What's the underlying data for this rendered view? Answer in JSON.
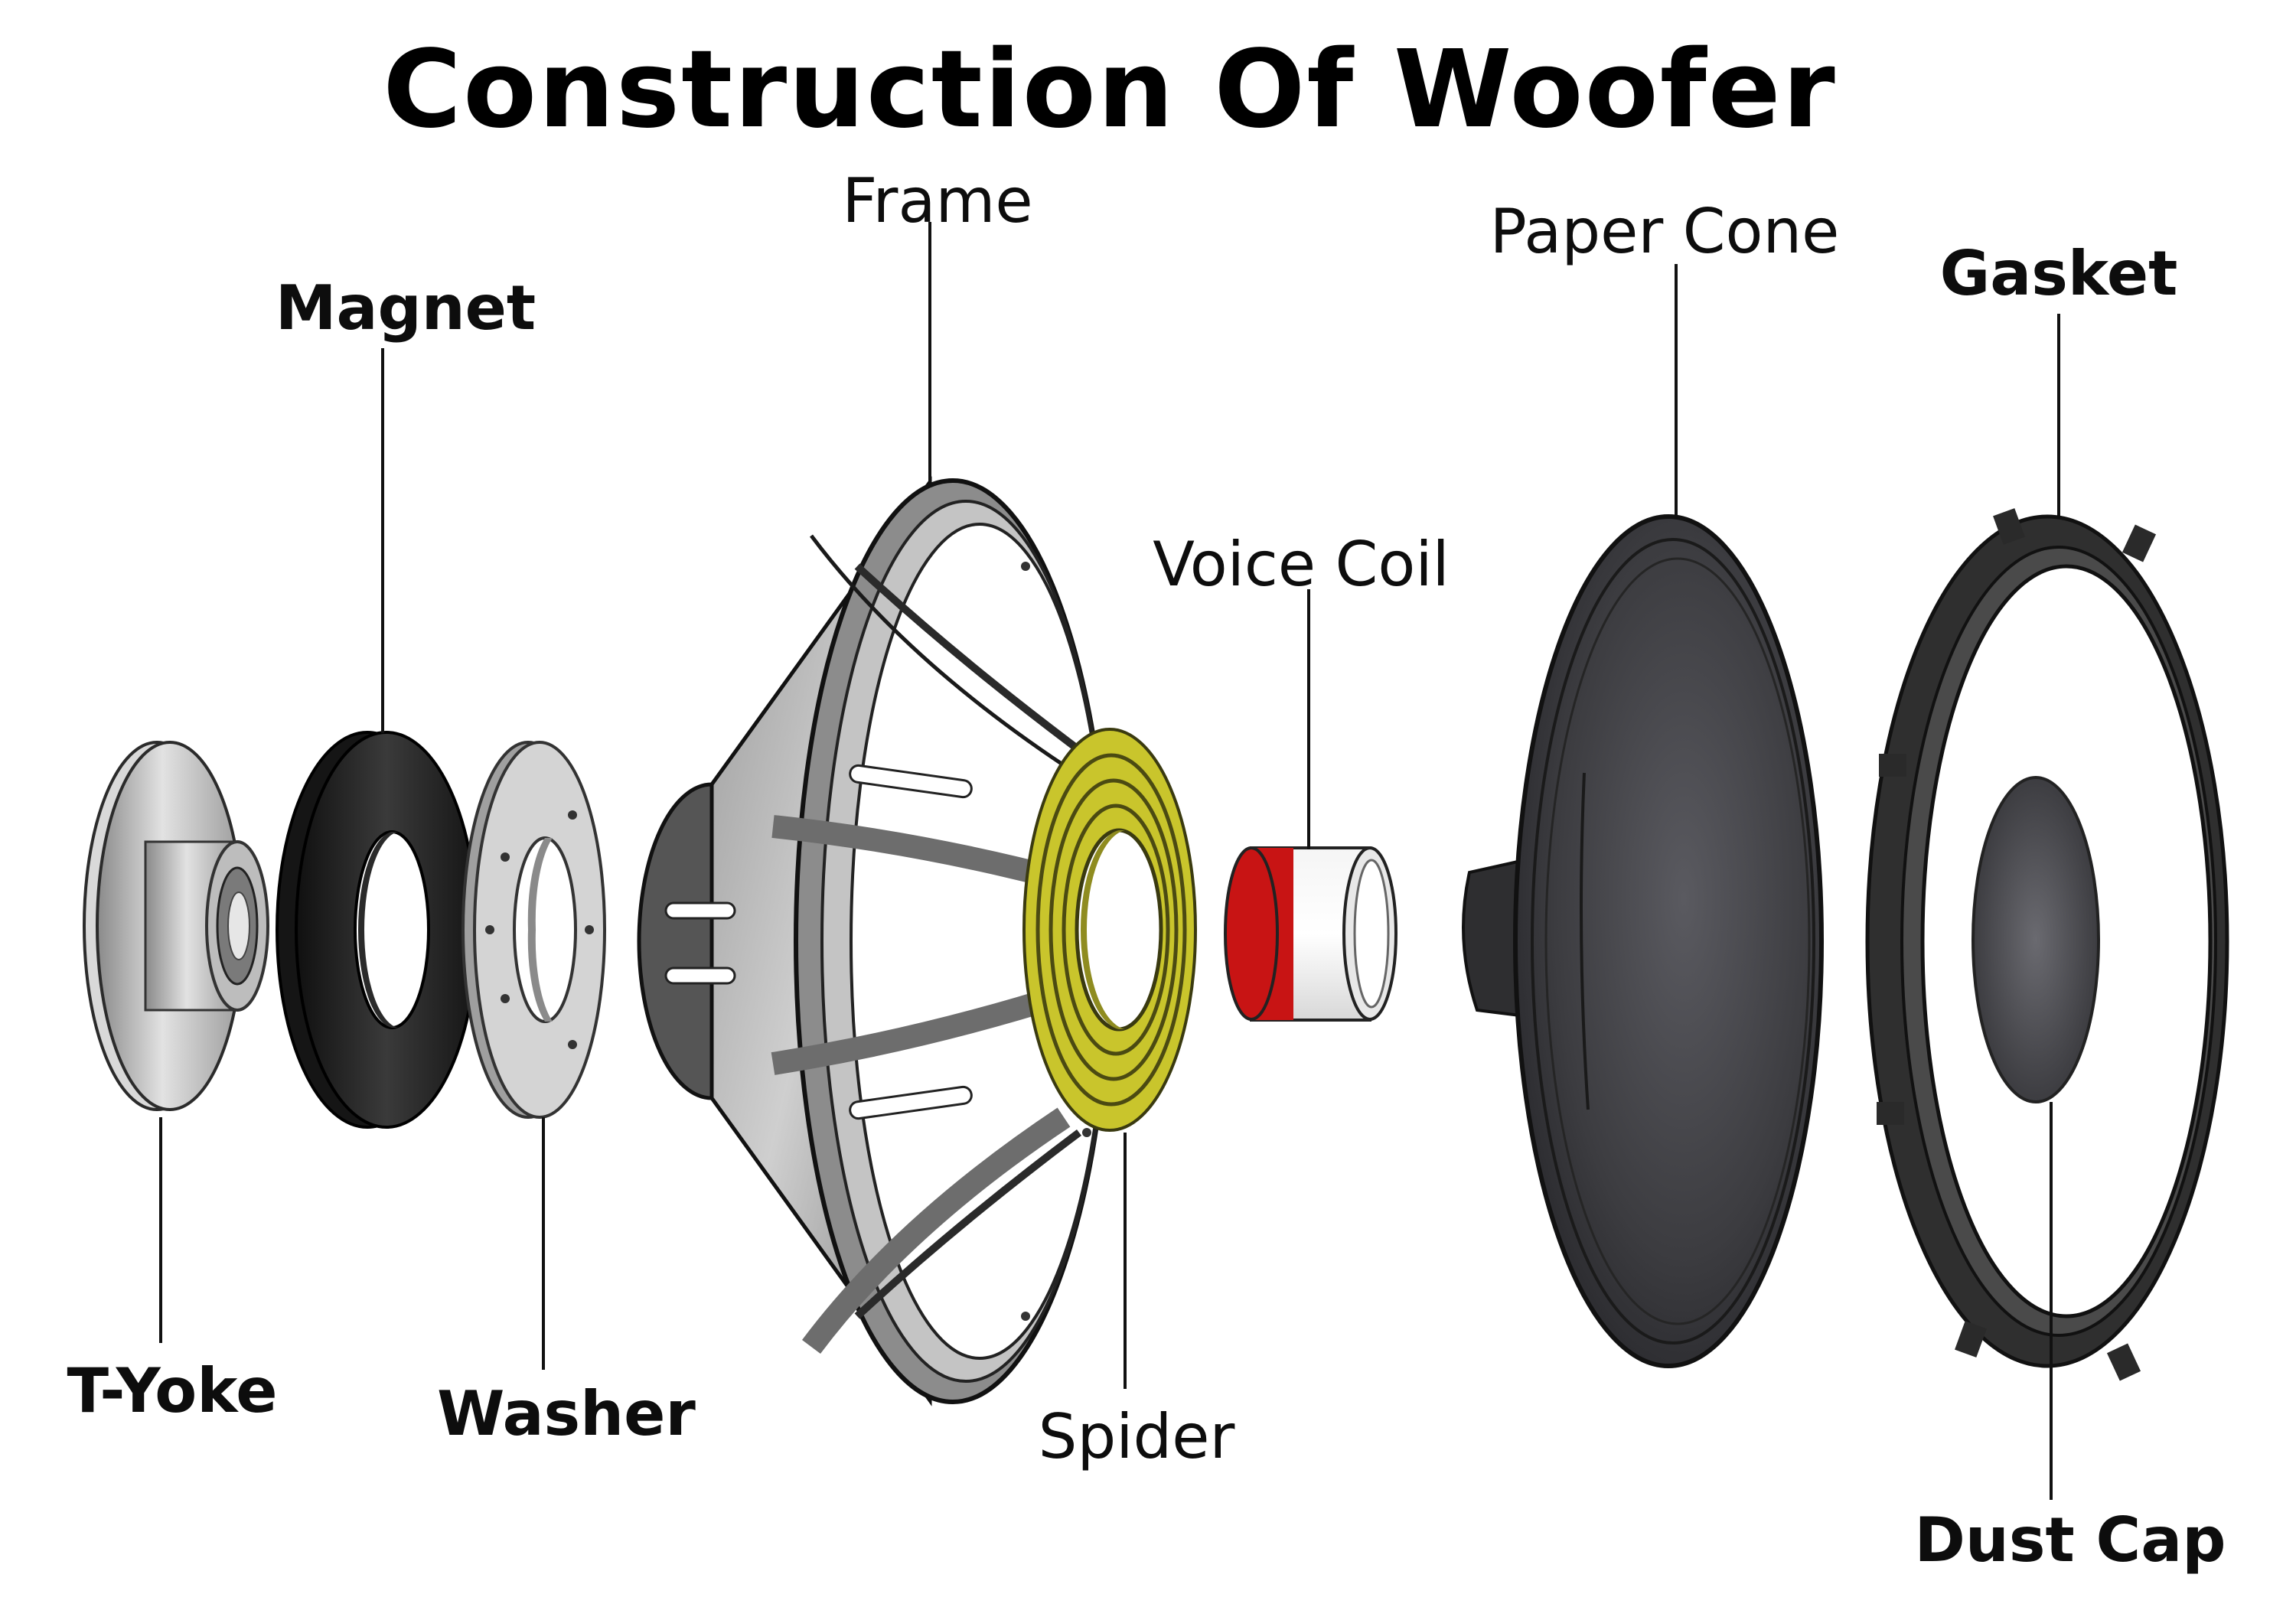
{
  "title": "Construction Of Woofer",
  "labels": {
    "magnet": "Magnet",
    "frame": "Frame",
    "paper_cone": "Paper Cone",
    "gasket": "Gasket",
    "voice_coil": "Voice Coil",
    "t_yoke": "T-Yoke",
    "washer": "Washer",
    "spider": "Spider",
    "dust_cap": "Dust Cap"
  },
  "colors": {
    "spider": "#d7d63a",
    "voice_coil_band": "#c81414",
    "magnet": "#1e1e1e",
    "metal": "#c8c8c8",
    "cone": "#3e3e42"
  }
}
